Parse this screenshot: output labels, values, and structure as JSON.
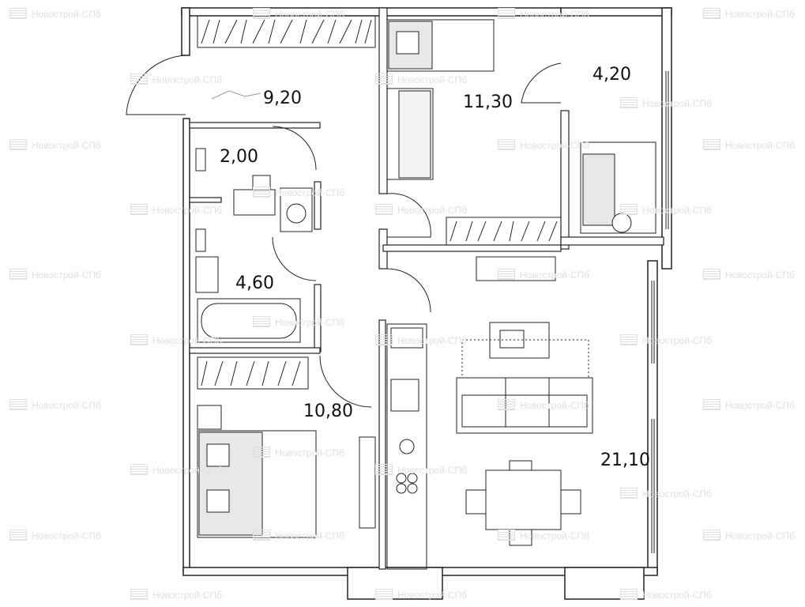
{
  "watermark": "Новострой-СПб",
  "rooms": [
    {
      "name": "hallway",
      "area": "9,20"
    },
    {
      "name": "bedroom-small",
      "area": "11,30"
    },
    {
      "name": "balcony",
      "area": "4,20"
    },
    {
      "name": "toilet",
      "area": "2,00"
    },
    {
      "name": "bathroom",
      "area": "4,60"
    },
    {
      "name": "bedroom",
      "area": "10,80"
    },
    {
      "name": "living-kitchen",
      "area": "21,10"
    }
  ]
}
